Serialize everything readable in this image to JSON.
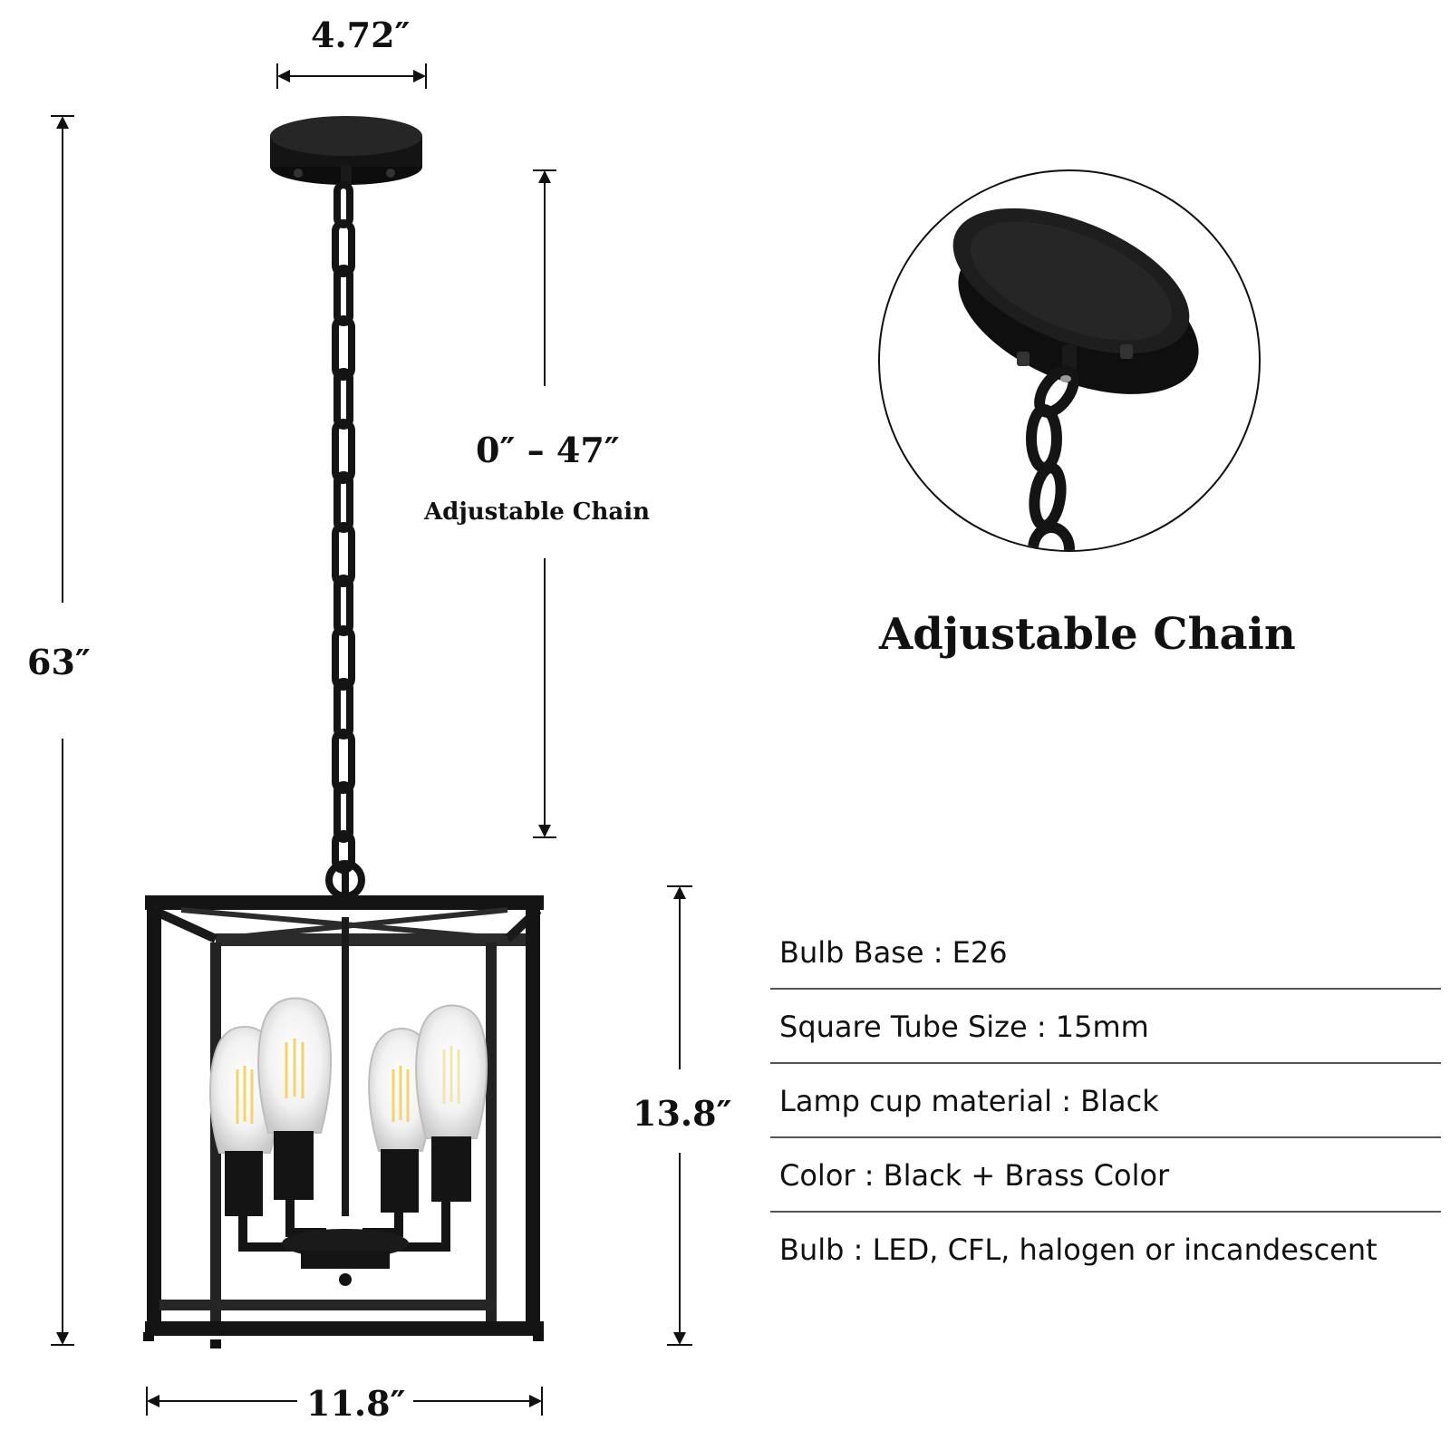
{
  "dimensions": {
    "canopy_width": "4.72″",
    "overall_height": "63″",
    "chain_length": "0″ – 47″",
    "chain_caption": "Adjustable Chain",
    "cage_height": "13.8″",
    "cage_width": "11.8″"
  },
  "detail": {
    "caption": "Adjustable Chain"
  },
  "specs": [
    {
      "text": "Bulb Base : E26"
    },
    {
      "text": "Square Tube Size : 15mm"
    },
    {
      "text": "Lamp cup material :  Black"
    },
    {
      "text": "Color : Black + Brass Color"
    },
    {
      "text": "Bulb : LED, CFL, halogen or incandescent"
    }
  ],
  "colors": {
    "fixture": "#141414",
    "bulb_glow": "#f3d36a",
    "line": "#111111"
  }
}
